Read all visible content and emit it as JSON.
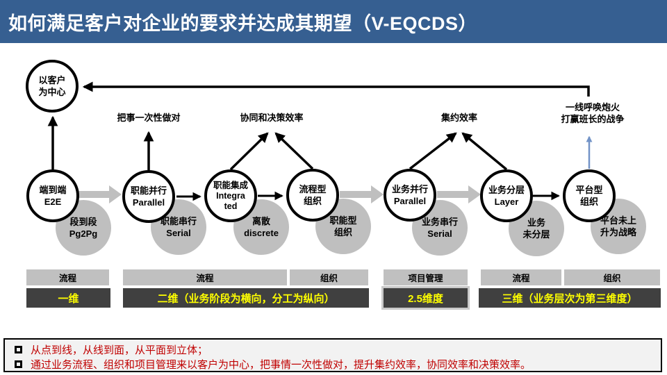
{
  "header": {
    "title": "如何满足客户对企业的要求并达成其期望（V-EQCDS）"
  },
  "colors": {
    "header_bg": "#365F91",
    "circle_gray": "#BFBFBF",
    "thick_arrow_gray": "#BFBFBF",
    "bar_gray": "#C0C0C0",
    "bar_dark": "#404040",
    "bar_text_yellow": "#FFFF00",
    "note_text_red": "#C00000",
    "frontline_arrow_blue": "#7293C7",
    "arrow_black": "#000000"
  },
  "diagram": {
    "customer_node": {
      "line1": "以客户",
      "line2": "为中心"
    },
    "labels": {
      "first_time_right": "把事一次性做对",
      "collab_decision_efficiency": "协同和决策效率",
      "intensive_efficiency": "集约效率",
      "frontline_line1": "一线呼唤炮火",
      "frontline_line2": "打赢班长的战争"
    },
    "white_nodes": [
      {
        "line1": "端到端",
        "line2": "E2E"
      },
      {
        "line1": "职能并行",
        "line2": "Parallel"
      },
      {
        "line1": "职能集成",
        "line2": "Integra",
        "line3": "ted"
      },
      {
        "line1": "流程型",
        "line2": "组织"
      },
      {
        "line1": "业务并行",
        "line2": "Parallel"
      },
      {
        "line1": "业务分层",
        "line2": "Layer"
      },
      {
        "line1": "平台型",
        "line2": "组织"
      }
    ],
    "gray_nodes": [
      {
        "line1": "段到段",
        "line2": "Pg2Pg"
      },
      {
        "line1": "职能串行",
        "line2": "Serial"
      },
      {
        "line1": "离散",
        "line2": "discrete"
      },
      {
        "line1": "职能型",
        "line2": "组织"
      },
      {
        "line1": "业务串行",
        "line2": "Serial"
      },
      {
        "line1": "业务",
        "line2": "未分层"
      },
      {
        "line1": "平台未上",
        "line2": "升为战略"
      }
    ]
  },
  "bars": {
    "group1": {
      "top1": "流程",
      "bottom": "一维"
    },
    "group2": {
      "top1": "流程",
      "top2": "组织",
      "bottom": "二维（业务阶段为横向，分工为纵向）"
    },
    "group3": {
      "top1": "项目管理",
      "bottom": "2.5维度"
    },
    "group4": {
      "top1": "流程",
      "top2": "组织",
      "bottom": "三维（业务层次为第三维度）"
    }
  },
  "notes": {
    "item1": "从点到线，从线到面，从平面到立体；",
    "item2": "通过业务流程、组织和项目管理来以客户为中心，把事情一次性做对，提升集约效率，协同效率和决策效率。"
  }
}
